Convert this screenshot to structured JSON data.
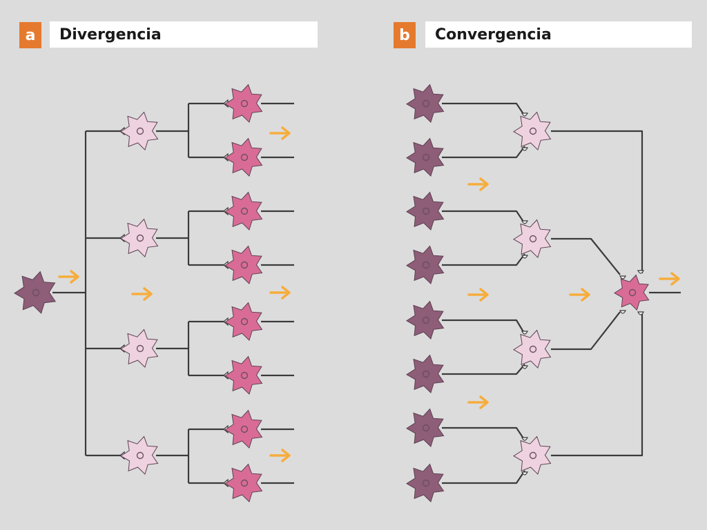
{
  "colors": {
    "background": "#dcdcdc",
    "badge": "#e57a2e",
    "arrow": "#f6ad3c",
    "line": "#3a3a3a",
    "neuron_input": "#8e5d78",
    "neuron_middle": "#efd2e0",
    "neuron_output": "#d96c96"
  },
  "panels": {
    "a": {
      "letter": "a",
      "title": "Divergencia"
    },
    "b": {
      "letter": "b",
      "title": "Convergencia"
    }
  },
  "icons": {
    "neuron": "neuron-icon",
    "arrow": "arrow-right-icon",
    "synapse": "synapse-icon"
  }
}
